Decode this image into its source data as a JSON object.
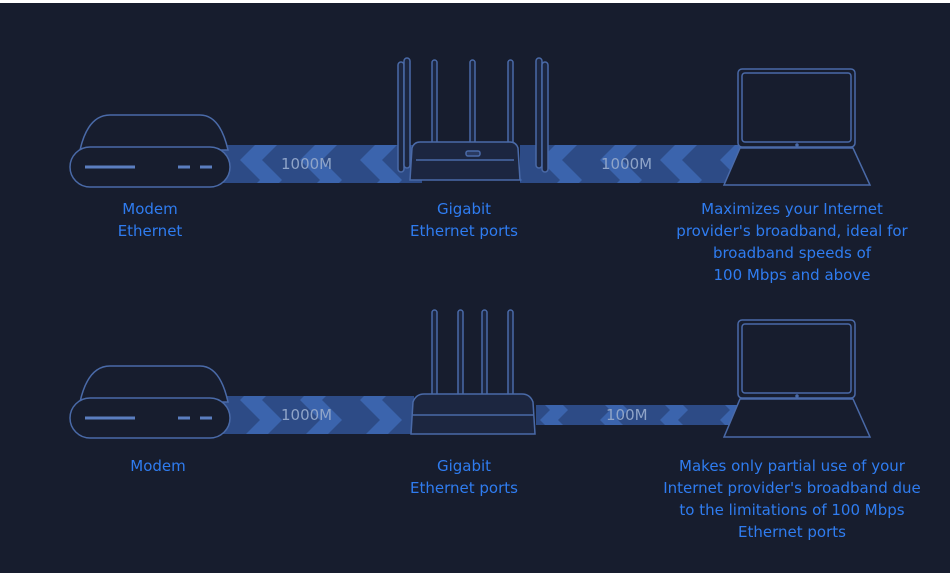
{
  "colors": {
    "background": "#171d2e",
    "label_text": "#2f7cf0",
    "speed_text": "#8fa4c8",
    "device_outline": "#4a6aa8",
    "band_dark": "#2d4b86",
    "band_light": "#3b64ad"
  },
  "rows": [
    {
      "modem": {
        "icon": "modem-icon",
        "label_lines": [
          "Modem",
          "Ethernet"
        ]
      },
      "link1": {
        "speed": "1000M"
      },
      "router": {
        "icon": "router-6-antenna-icon",
        "label_lines": [
          "Gigabit",
          "Ethernet ports"
        ]
      },
      "link2": {
        "speed": "1000M"
      },
      "laptop": {
        "icon": "laptop-icon",
        "label_lines": [
          "Maximizes your Internet",
          "provider's broadband, ideal for",
          "broadband speeds of",
          "100 Mbps and above"
        ]
      }
    },
    {
      "modem": {
        "icon": "modem-icon",
        "label_lines": [
          "Modem"
        ]
      },
      "link1": {
        "speed": "1000M"
      },
      "router": {
        "icon": "router-4-antenna-icon",
        "label_lines": [
          "Gigabit",
          "Ethernet ports"
        ]
      },
      "link2": {
        "speed": "100M"
      },
      "laptop": {
        "icon": "laptop-icon",
        "label_lines": [
          "Makes only partial use of your",
          "Internet provider's broadband due",
          "to the limitations of 100 Mbps",
          "Ethernet ports"
        ]
      }
    }
  ]
}
